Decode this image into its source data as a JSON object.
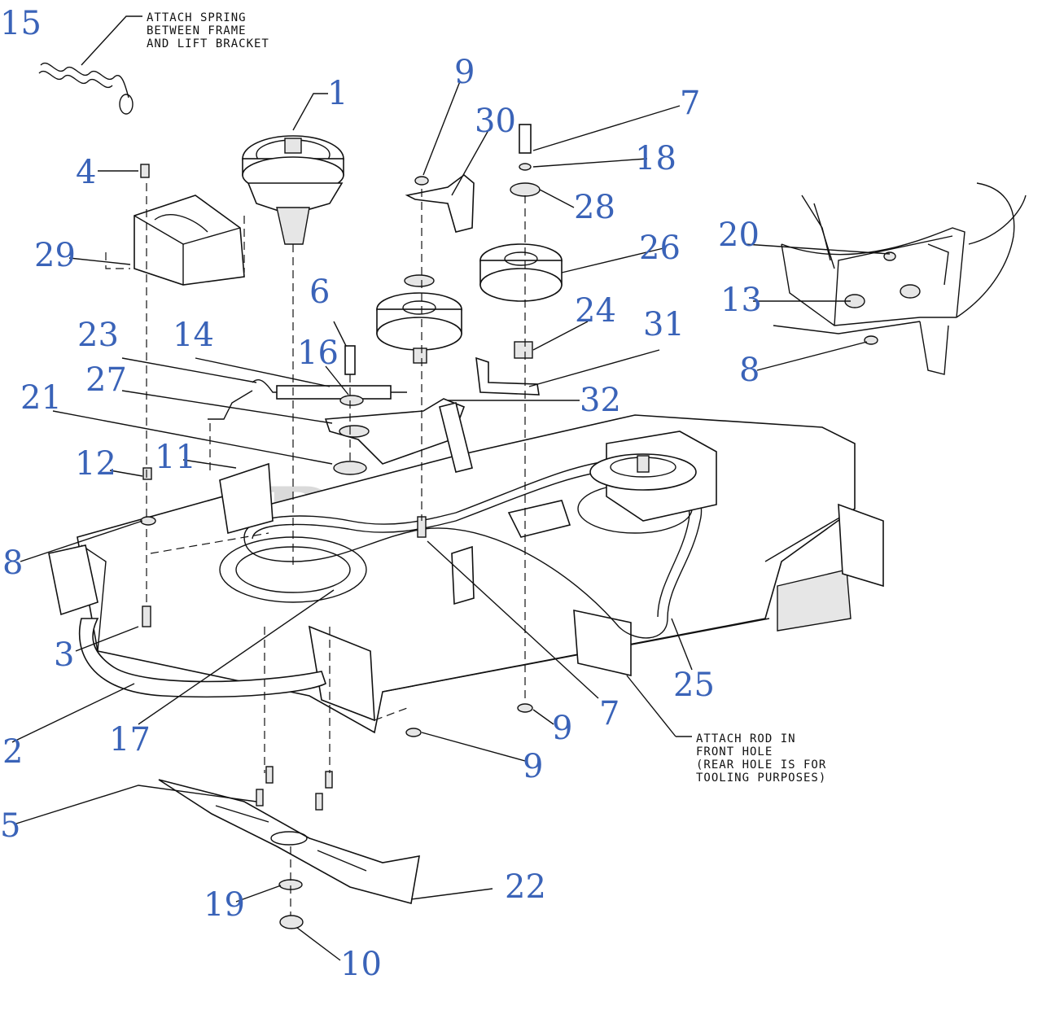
{
  "diagram": {
    "watermark": "PartsTree",
    "watermark_mark": "™",
    "notes": [
      {
        "id": "spring",
        "lines": [
          "ATTACH SPRING",
          "BETWEEN FRAME",
          "AND LIFT BRACKET"
        ]
      },
      {
        "id": "rod",
        "lines": [
          "ATTACH ROD IN",
          "FRONT HOLE",
          "(REAR HOLE IS FOR",
          "TOOLING PURPOSES)"
        ]
      }
    ],
    "callouts": [
      {
        "id": "c15",
        "label": "15"
      },
      {
        "id": "c1",
        "label": "1"
      },
      {
        "id": "c9a",
        "label": "9"
      },
      {
        "id": "c30",
        "label": "30"
      },
      {
        "id": "c7a",
        "label": "7"
      },
      {
        "id": "c18",
        "label": "18"
      },
      {
        "id": "c4",
        "label": "4"
      },
      {
        "id": "c28",
        "label": "28"
      },
      {
        "id": "c20",
        "label": "20"
      },
      {
        "id": "c29",
        "label": "29"
      },
      {
        "id": "c26",
        "label": "26"
      },
      {
        "id": "c13",
        "label": "13"
      },
      {
        "id": "c6",
        "label": "6"
      },
      {
        "id": "c24",
        "label": "24"
      },
      {
        "id": "c31",
        "label": "31"
      },
      {
        "id": "c23",
        "label": "23"
      },
      {
        "id": "c14",
        "label": "14"
      },
      {
        "id": "c16",
        "label": "16"
      },
      {
        "id": "c8a",
        "label": "8"
      },
      {
        "id": "c27",
        "label": "27"
      },
      {
        "id": "c21",
        "label": "21"
      },
      {
        "id": "c32",
        "label": "32"
      },
      {
        "id": "c12",
        "label": "12"
      },
      {
        "id": "c11",
        "label": "11"
      },
      {
        "id": "c8b",
        "label": "8"
      },
      {
        "id": "c3",
        "label": "3"
      },
      {
        "id": "c25",
        "label": "25"
      },
      {
        "id": "c7b",
        "label": "7"
      },
      {
        "id": "c9b",
        "label": "9"
      },
      {
        "id": "c2",
        "label": "2"
      },
      {
        "id": "c17",
        "label": "17"
      },
      {
        "id": "c9c",
        "label": "9"
      },
      {
        "id": "c5",
        "label": "5"
      },
      {
        "id": "c22",
        "label": "22"
      },
      {
        "id": "c19",
        "label": "19"
      },
      {
        "id": "c10",
        "label": "10"
      }
    ]
  }
}
